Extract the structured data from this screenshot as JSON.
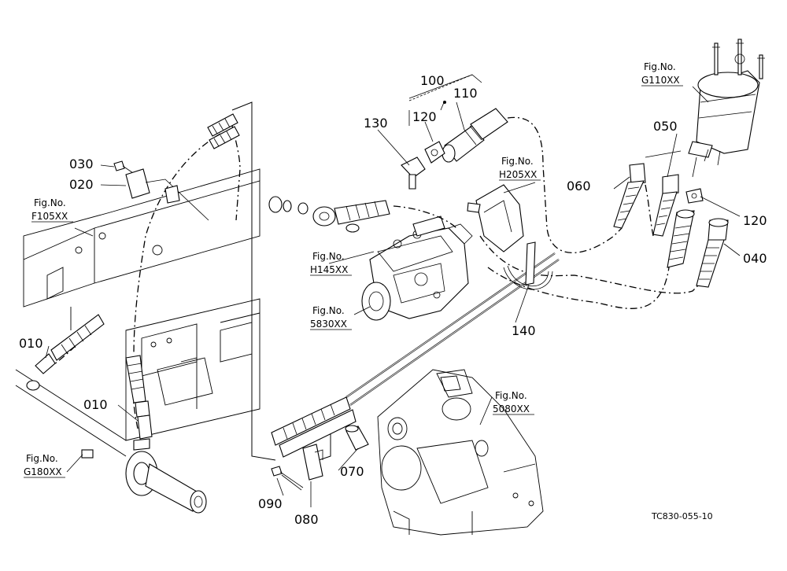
{
  "parts": {
    "p100": "100",
    "p110": "110",
    "p120a": "120",
    "p120b": "120",
    "p130": "130",
    "p140": "140",
    "p050": "050",
    "p060": "060",
    "p040": "040",
    "p030": "030",
    "p020": "020",
    "p010a": "010",
    "p010b": "010",
    "p070": "070",
    "p080": "080",
    "p090": "090"
  },
  "refs": {
    "g110": {
      "label": "Fig.No.",
      "code": "G110XX"
    },
    "h205": {
      "label": "Fig.No.",
      "code": "H205XX"
    },
    "h145": {
      "label": "Fig.No.",
      "code": "H145XX"
    },
    "s5830": {
      "label": "Fig.No.",
      "code": "5830XX"
    },
    "f105": {
      "label": "Fig.No.",
      "code": "F105XX"
    },
    "s5080": {
      "label": "Fig.No.",
      "code": "5080XX"
    },
    "g180": {
      "label": "Fig.No.",
      "code": "G180XX"
    }
  },
  "footer_code": "TC830-055-10",
  "colors": {
    "ink": "#000000",
    "paper": "#ffffff"
  }
}
